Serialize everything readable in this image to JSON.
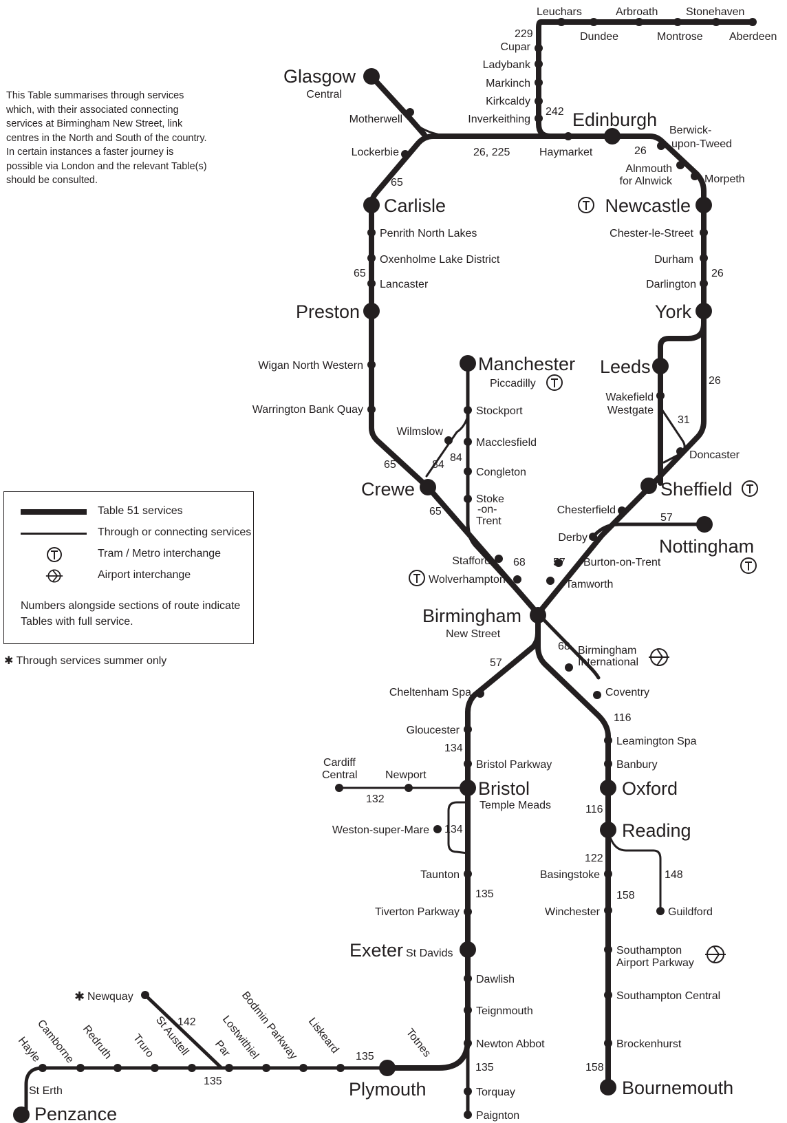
{
  "intro_note": "This Table summarises through services which, with their associated connecting services at Birmingham New Street, link centres in the North and South of the country. In certain instances a faster journey is possible via London and the relevant Table(s) should be consulted.",
  "legend": {
    "items": [
      {
        "label": "Table 51 services",
        "icon": "thick-line"
      },
      {
        "label": "Through or connecting services",
        "icon": "thin-line"
      },
      {
        "label": "Tram / Metro interchange",
        "icon": "tram-icon"
      },
      {
        "label": "Airport interchange",
        "icon": "airport-icon"
      }
    ],
    "footer": "Numbers alongside sections of route indicate Tables with full service."
  },
  "summer_note": "✱ Through services summer only",
  "colors": {
    "line": "#231f20",
    "background": "#ffffff"
  },
  "major_stations": {
    "glasgow": "Glasgow",
    "glasgow_sub": "Central",
    "edinburgh": "Edinburgh",
    "carlisle": "Carlisle",
    "newcastle": "Newcastle",
    "preston": "Preston",
    "york": "York",
    "manchester": "Manchester",
    "manchester_sub": "Piccadilly",
    "leeds": "Leeds",
    "crewe": "Crewe",
    "sheffield": "Sheffield",
    "nottingham": "Nottingham",
    "birmingham": "Birmingham",
    "birmingham_sub": "New Street",
    "bristol": "Bristol",
    "bristol_sub": "Temple Meads",
    "oxford": "Oxford",
    "reading": "Reading",
    "exeter": "Exeter",
    "exeter_sub": "St Davids",
    "plymouth": "Plymouth",
    "bournemouth": "Bournemouth",
    "penzance": "Penzance"
  },
  "stations": {
    "leuchars": "Leuchars",
    "arbroath": "Arbroath",
    "stonehaven": "Stonehaven",
    "dundee": "Dundee",
    "montrose": "Montrose",
    "aberdeen": "Aberdeen",
    "cupar": "Cupar",
    "ladybank": "Ladybank",
    "markinch": "Markinch",
    "kirkcaldy": "Kirkcaldy",
    "inverkeithing": "Inverkeithing",
    "motherwell": "Motherwell",
    "lockerbie": "Lockerbie",
    "haymarket": "Haymarket",
    "berwick_1": "Berwick-",
    "berwick_2": "upon-Tweed",
    "alnmouth_1": "Alnmouth",
    "alnmouth_2": "for Alnwick",
    "morpeth": "Morpeth",
    "penrith": "Penrith North Lakes",
    "oxenholme": "Oxenholme Lake District",
    "lancaster": "Lancaster",
    "chester_le_street": "Chester-le-Street",
    "durham": "Durham",
    "darlington": "Darlington",
    "wigan": "Wigan North Western",
    "warrington": "Warrington Bank Quay",
    "wilmslow": "Wilmslow",
    "stockport": "Stockport",
    "macclesfield": "Macclesfield",
    "congleton": "Congleton",
    "stoke_1": "Stoke",
    "stoke_2": "-on-",
    "stoke_3": "Trent",
    "wakefield_1": "Wakefield",
    "wakefield_2": "Westgate",
    "doncaster": "Doncaster",
    "chesterfield": "Chesterfield",
    "derby": "Derby",
    "burton": "Burton-on-Trent",
    "tamworth": "Tamworth",
    "stafford": "Stafford",
    "wolverhampton": "Wolverhampton",
    "bham_int_1": "Birmingham",
    "bham_int_2": "International",
    "cheltenham": "Cheltenham Spa",
    "coventry": "Coventry",
    "gloucester": "Gloucester",
    "leamington": "Leamington Spa",
    "bristol_parkway": "Bristol Parkway",
    "banbury": "Banbury",
    "cardiff_1": "Cardiff",
    "cardiff_2": "Central",
    "newport": "Newport",
    "weston": "Weston-super-Mare",
    "taunton": "Taunton",
    "basingstoke": "Basingstoke",
    "tiverton": "Tiverton Parkway",
    "winchester": "Winchester",
    "guildford": "Guildford",
    "southampton_ap_1": "Southampton",
    "southampton_ap_2": "Airport Parkway",
    "dawlish": "Dawlish",
    "southampton_c": "Southampton Central",
    "teignmouth": "Teignmouth",
    "newton_abbot": "Newton Abbot",
    "brockenhurst": "Brockenhurst",
    "torquay": "Torquay",
    "paignton": "Paignton",
    "newquay": "Newquay",
    "hayle": "Hayle",
    "camborne": "Camborne",
    "redruth": "Redruth",
    "truro": "Truro",
    "st_austell": "St Austell",
    "par": "Par",
    "lostwithiel": "Lostwithiel",
    "bodmin": "Bodmin Parkway",
    "liskeard": "Liskeard",
    "totnes": "Totnes",
    "st_erth": "St Erth"
  },
  "table_numbers": {
    "t229": "229",
    "t242": "242",
    "t26_225": "26, 225",
    "t26_berwick": "26",
    "t65_lockerbie": "65",
    "t65_lancaster": "65",
    "t26_darlington": "26",
    "t26_leeds": "26",
    "t31": "31",
    "t65_crewe_a": "65",
    "t84_a": "84",
    "t84_b": "84",
    "t65_crewe_b": "65",
    "t57_nott": "57",
    "t57_burton": "57",
    "t68_stafford": "68",
    "t68_bhx": "68",
    "t57_south": "57",
    "t116_cov": "116",
    "t134_glos": "134",
    "t132": "132",
    "t116_oxf": "116",
    "t134_wsm": "134",
    "t122": "122",
    "t148": "148",
    "t135_taunton": "135",
    "t158_win": "158",
    "t142": "142",
    "t135_par": "135",
    "t135_ply": "135",
    "t135_na": "135",
    "t158_bmth": "158"
  }
}
